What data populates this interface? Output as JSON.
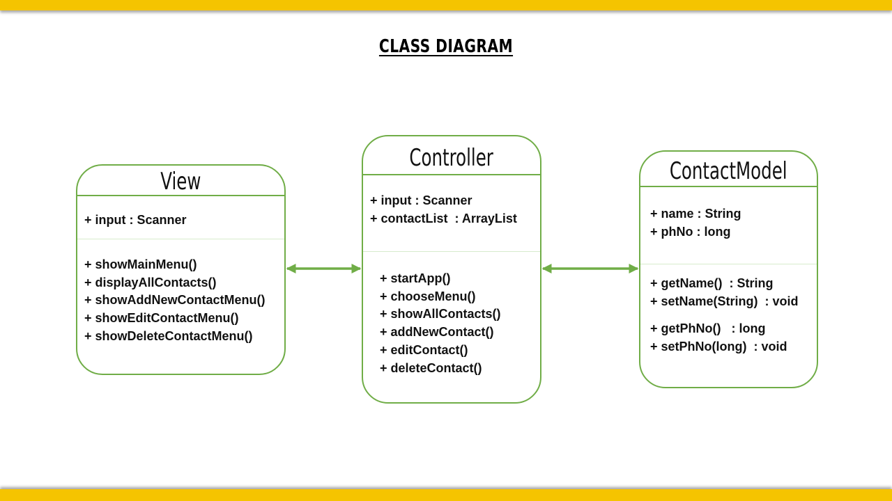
{
  "page": {
    "title": "CLASS DIAGRAM"
  },
  "colors": {
    "band": "#f5c400",
    "border": "#70ad47",
    "connector": "#70ad47"
  },
  "classes": {
    "view": {
      "name": "View",
      "attributes": [
        "+ input : Scanner"
      ],
      "methods": [
        "+ showMainMenu()",
        "+ displayAllContacts()",
        "+ showAddNewContactMenu()",
        "+ showEditContactMenu()",
        "+ showDeleteContactMenu()"
      ]
    },
    "controller": {
      "name": "Controller",
      "attributes": [
        "+ input : Scanner",
        "+ contactList  : ArrayList"
      ],
      "methods": [
        "+ startApp()",
        "+ chooseMenu()",
        "+ showAllContacts()",
        "+ addNewContact()",
        "+ editContact()",
        "+ deleteContact()"
      ]
    },
    "model": {
      "name": "ContactModel",
      "attributes": [
        "+ name : String",
        "+ phNo : long"
      ],
      "methods": [
        "+ getName()  : String",
        "+ setName(String)  : void",
        "+ getPhNo()   : long",
        "+ setPhNo(long)  : void"
      ]
    }
  },
  "connectors": [
    {
      "from": "View",
      "to": "Controller",
      "type": "bidirectional-arrow"
    },
    {
      "from": "Controller",
      "to": "ContactModel",
      "type": "bidirectional-arrow"
    }
  ]
}
